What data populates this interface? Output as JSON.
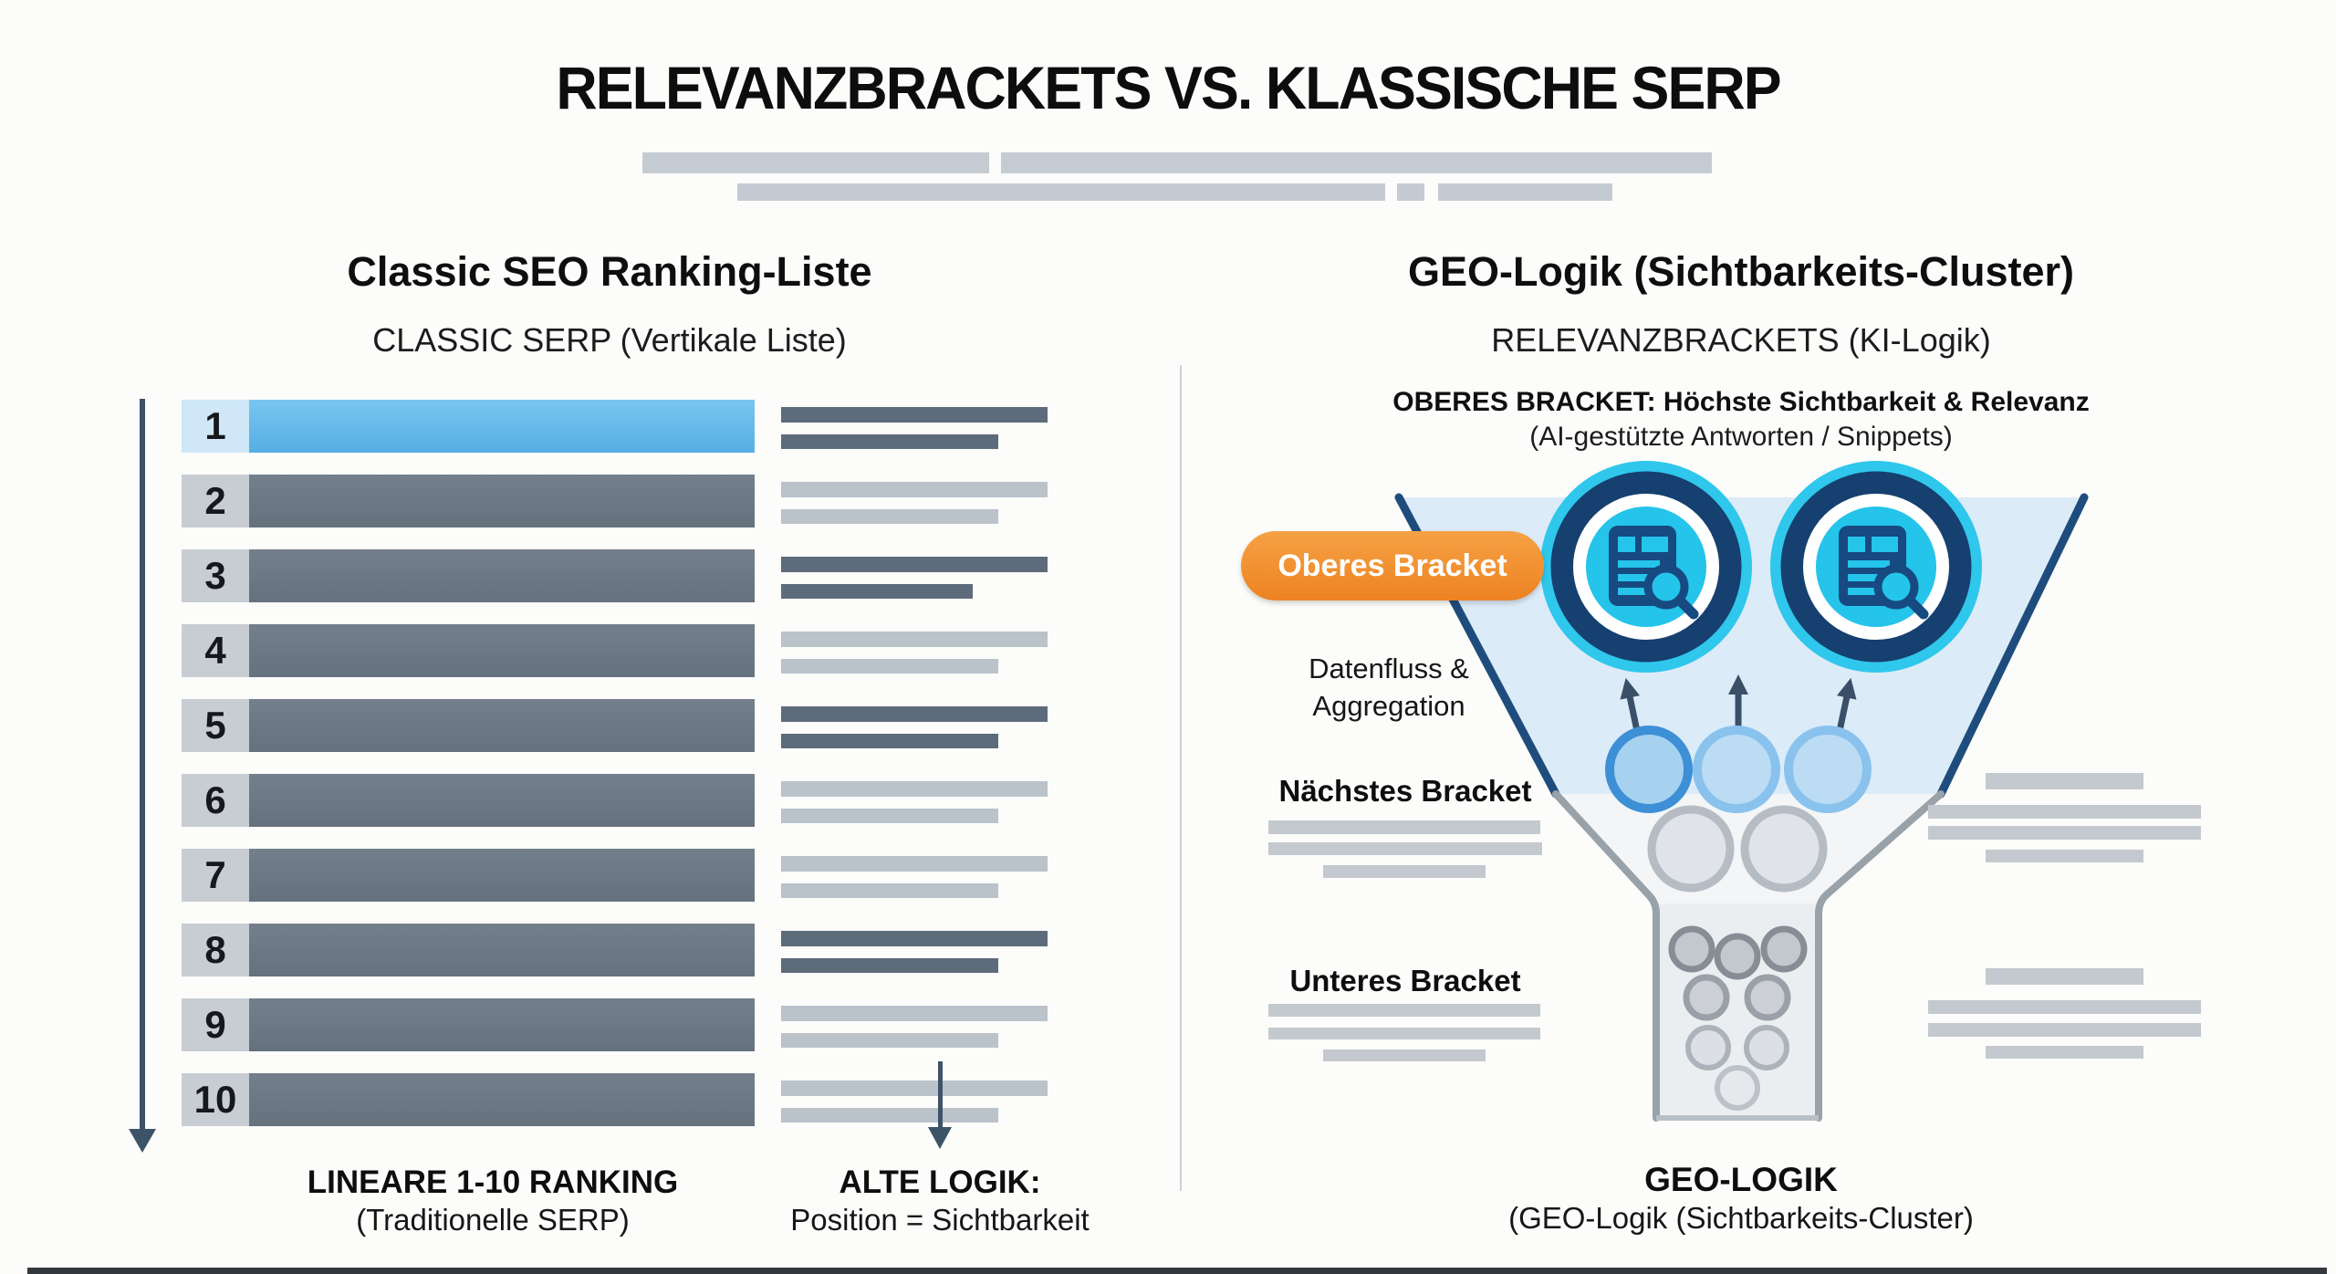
{
  "title": "RELEVANZBRACKETS VS. KLASSISCHE SERP",
  "left_panel": {
    "heading": "Classic SEO Ranking-Liste",
    "subheading": "CLASSIC SERP (Vertikale Liste)",
    "ranks": [
      "1",
      "2",
      "3",
      "4",
      "5",
      "6",
      "7",
      "8",
      "9",
      "10"
    ],
    "caption_title": "LINEARE 1-10 RANKING",
    "caption_sub": "(Traditionelle SERP)",
    "logic_title": "ALTE LOGIK:",
    "logic_sub": "Position = Sichtbarkeit"
  },
  "right_panel": {
    "heading": "GEO-Logik (Sichtbarkeits-Cluster)",
    "subheading": "RELEVANZBRACKETS (KI-Logik)",
    "bracket_line1": "OBERES BRACKET: Höchste Sichtbarkeit & Relevanz",
    "bracket_line2": "(AI-gestützte Antworten / Snippets)",
    "badge_label": "Oberes Bracket",
    "flow_label_line1": "Datenfluss &",
    "flow_label_line2": "Aggregation",
    "next_bracket_label": "Nächstes Bracket",
    "lower_bracket_label": "Unteres Bracket",
    "caption_title": "GEO-LOGIK",
    "caption_sub": "(GEO-Logik (Sichtbarkeits-Cluster)"
  },
  "icons": {
    "cluster_icon": "document-search-icon",
    "flow_arrows": "arrow-up-icon",
    "ranking_arrow": "arrow-down-icon"
  },
  "colors": {
    "highlight_row_bar": "#55aee2",
    "highlight_row_cell": "#cfe7f7",
    "row_bar": "#66717e",
    "row_cell": "#c7cdd3",
    "placeholder_gray": "#c5cbd3",
    "mini_dark": "#5d6b7a",
    "mini_light": "#bac2ca",
    "arrow": "#3d5368",
    "funnel_band": "#dcebf8",
    "funnel_edge_navy": "#1e4d7d",
    "funnel_edge_gray": "#99a1a9",
    "stem_fill": "#ebeef0",
    "circle_outer_cyan": "#2fc7ec",
    "circle_navy": "#15406f",
    "circle_fill": "#24c4eb",
    "blue_dot_ring": "#3d8fd6",
    "blue_dot_fill": "#a6d2f0",
    "badge_orange": "#ee8322"
  }
}
